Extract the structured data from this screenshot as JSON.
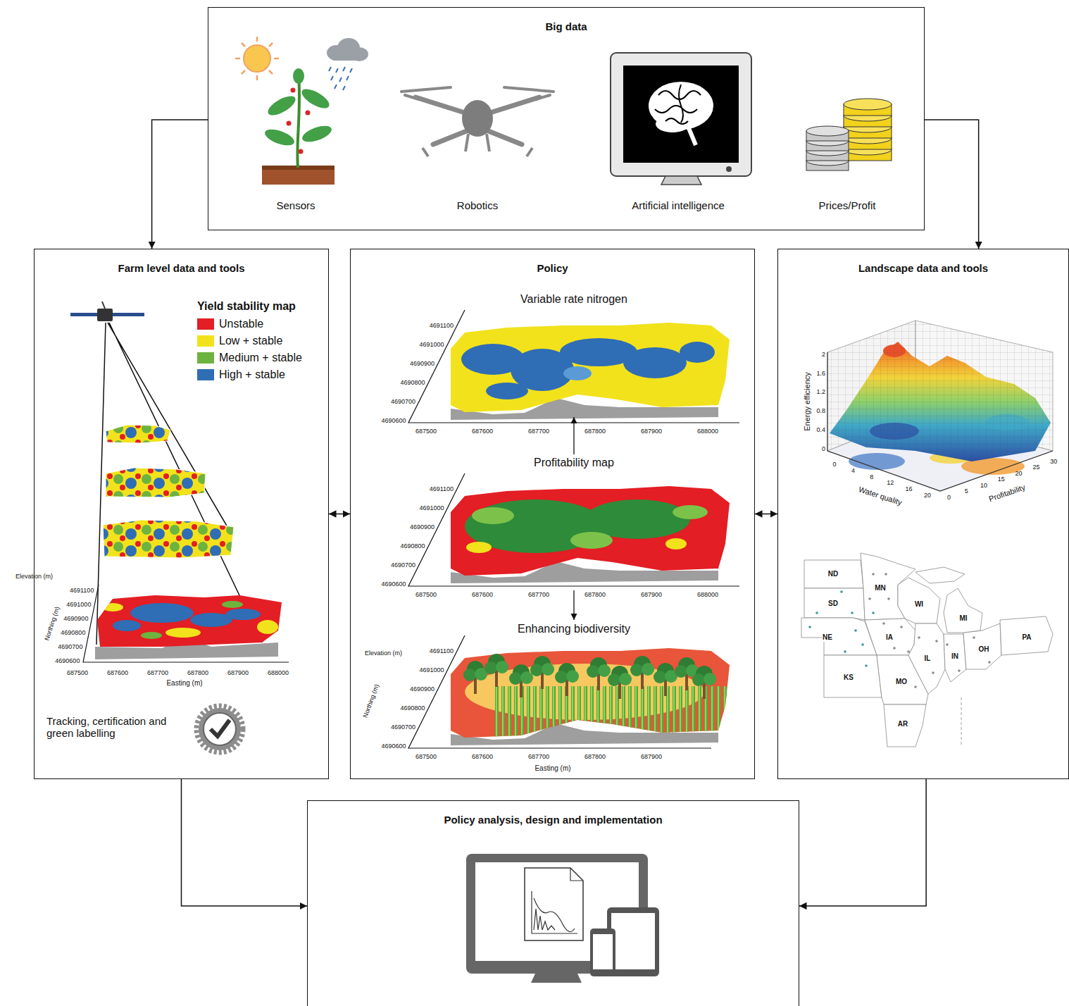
{
  "diagram": {
    "nodes": [
      {
        "text": [
          "Big data"
        ]
      },
      {
        "text": [
          "Farm level data and tools"
        ]
      },
      {
        "text": [
          "Policy"
        ]
      },
      {
        "text": [
          "Landscape data and tools"
        ]
      },
      {
        "text": [
          "Policy analysis, design and implementation"
        ]
      }
    ],
    "edges": [
      {
        "from": 0,
        "to": 1,
        "arrow": "to"
      },
      {
        "from": 0,
        "to": 3,
        "arrow": "to"
      },
      {
        "from": 1,
        "to": 2,
        "arrow": "both"
      },
      {
        "from": 2,
        "to": 3,
        "arrow": "both"
      },
      {
        "from": 1,
        "to": 4,
        "arrow": "to"
      },
      {
        "from": 3,
        "to": 4,
        "arrow": "to"
      }
    ],
    "labels": [
      "Sensors",
      "Robotics",
      "Artificial intelligence",
      "Prices/Profit",
      "Yield stability map",
      "Elevation (m)",
      "Northing (m)",
      "4691100",
      "4691000",
      "4690900",
      "4690800",
      "4690700",
      "4690600",
      "687500",
      "687600",
      "687700",
      "687800",
      "687900",
      "688000",
      "Easting (m)",
      "Tracking, certification and green labelling",
      "Variable rate nitrogen",
      "4691100",
      "4691000",
      "4690900",
      "4690800",
      "4690700",
      "4690600",
      "687500",
      "687600",
      "687700",
      "687800",
      "687900",
      "688000",
      "Profitability map",
      "4691100",
      "4691000",
      "4690900",
      "4690800",
      "4690700",
      "4690600",
      "687500",
      "687600",
      "687700",
      "687800",
      "687900",
      "688000",
      "Enhancing biodiversity",
      "Elevation (m)",
      "Northing (m)",
      "4691100",
      "4691000",
      "4690900",
      "4690800",
      "4690700",
      "4690600",
      "687500",
      "687600",
      "687700",
      "687800",
      "687900",
      "Easting (m)",
      "Energy efficiency",
      "0",
      "0.4",
      "0.8",
      "1.2",
      "1.6",
      "2",
      "Water quality",
      "0",
      "4",
      "8",
      "12",
      "16",
      "20",
      "Profitability",
      "0",
      "5",
      "10",
      "15",
      "20",
      "25",
      "30",
      "ND",
      "MN",
      "SD",
      "WI",
      "MI",
      "NE",
      "IA",
      "IL",
      "IN",
      "OH",
      "PA",
      "KS",
      "MO",
      "AR"
    ],
    "legend": [
      {
        "text": "Unstable",
        "color": "#e31e24"
      },
      {
        "text": "Low + stable",
        "color": "#f2e21b"
      },
      {
        "text": "Medium + stable",
        "color": "#6db33f"
      },
      {
        "text": "High + stable",
        "color": "#2f6db5"
      }
    ]
  }
}
